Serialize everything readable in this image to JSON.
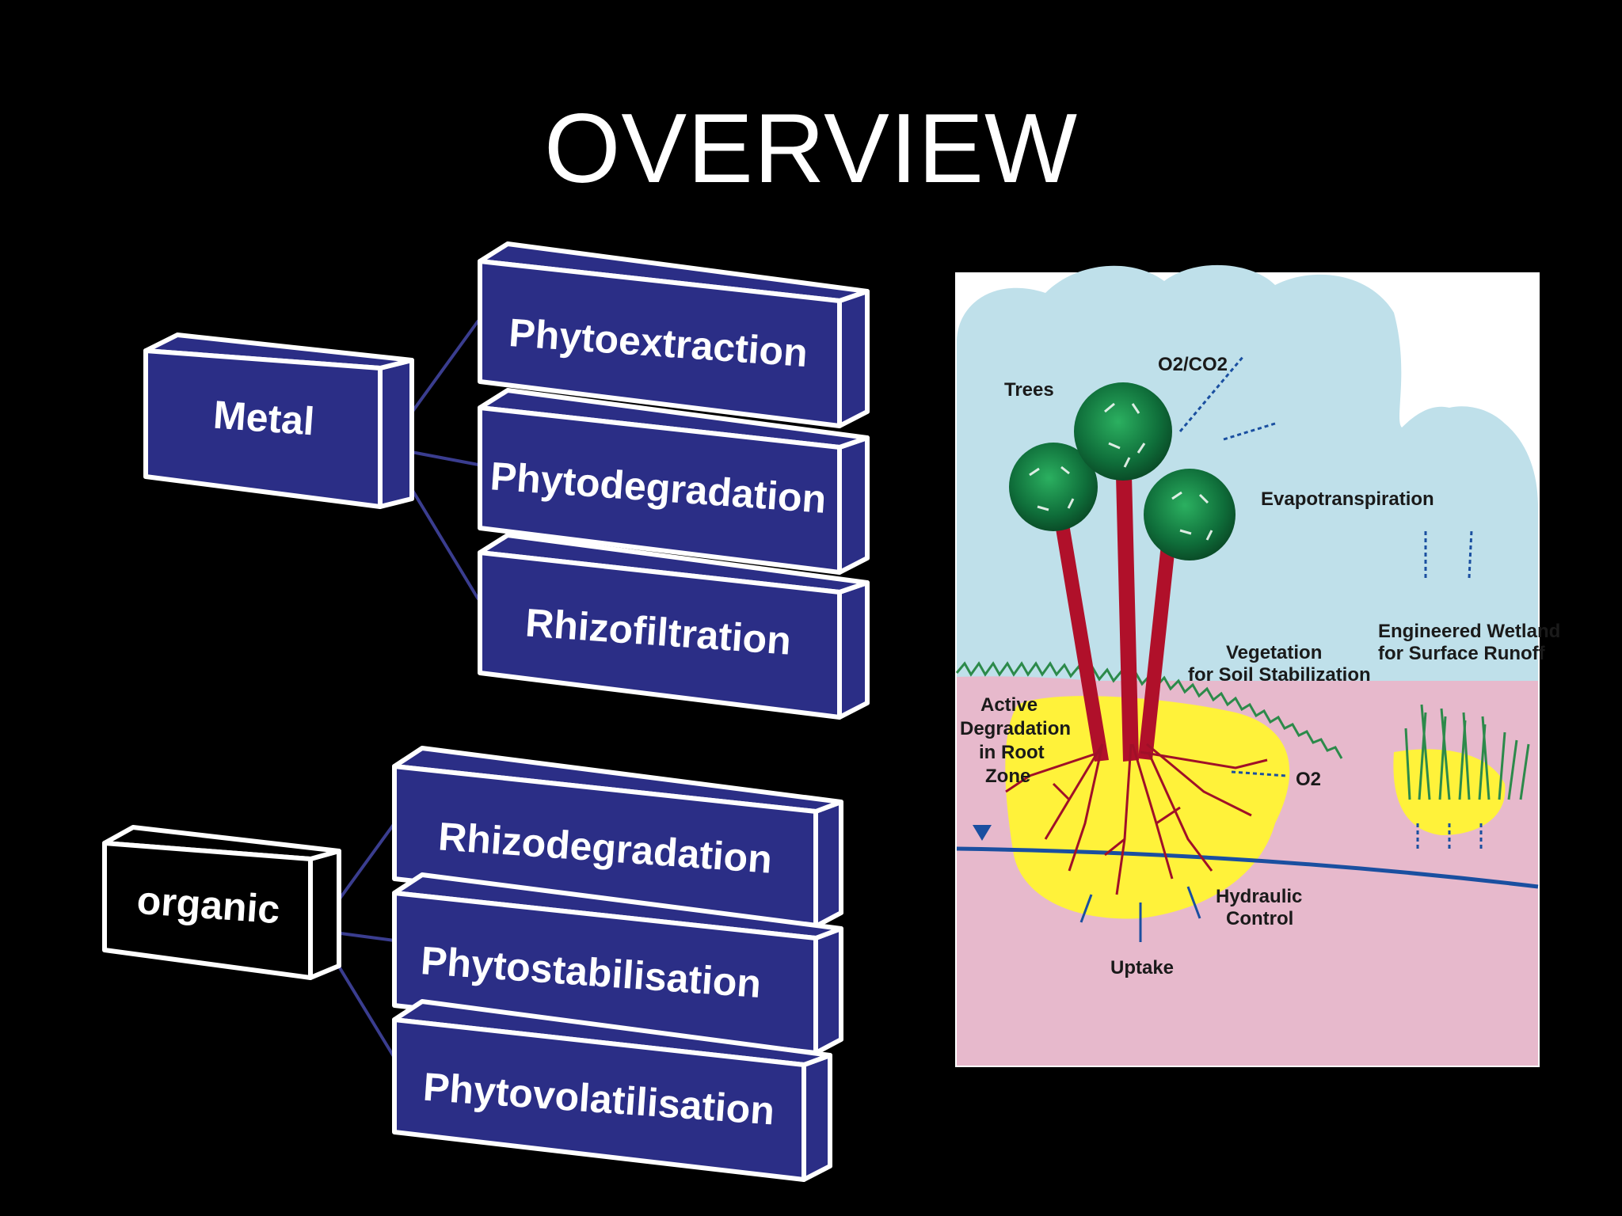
{
  "slide": {
    "title": "OVERVIEW"
  },
  "diagram": {
    "groups": [
      {
        "category": "Metal",
        "methods": [
          "Phytoextraction",
          "Phytodegradation",
          "Rhizofiltration"
        ]
      },
      {
        "category": "organic",
        "methods": [
          "Rhizodegradation",
          "Phytostabilisation",
          "Phytovolatilisation"
        ]
      }
    ]
  },
  "illustration": {
    "labels": {
      "trees": "Trees",
      "gas_exchange": "O2/CO2",
      "evapotranspiration": "Evapotranspiration",
      "vegetation_line1": "Vegetation",
      "vegetation_line2": "for Soil Stabilization",
      "wetland_line1": "Engineered Wetland",
      "wetland_line2": "for Surface Runoff",
      "active_line1": "Active",
      "active_line2": "Degradation",
      "active_line3": "in Root",
      "active_line4": "Zone",
      "oxygen": "O2",
      "hydraulic_line1": "Hydraulic",
      "hydraulic_line2": "Control",
      "uptake": "Uptake"
    },
    "colors": {
      "sky": "#bfe0ea",
      "soil": "#e7b9cc",
      "root_zone": "#fff23a",
      "canopy": "#0f6e3a",
      "trunk": "#b0102a",
      "water_table": "#1a4fa0"
    }
  },
  "colors": {
    "background": "#000000",
    "box_fill": "#2b2e86",
    "box_border": "#ffffff",
    "connector": "#3a3d8f"
  }
}
